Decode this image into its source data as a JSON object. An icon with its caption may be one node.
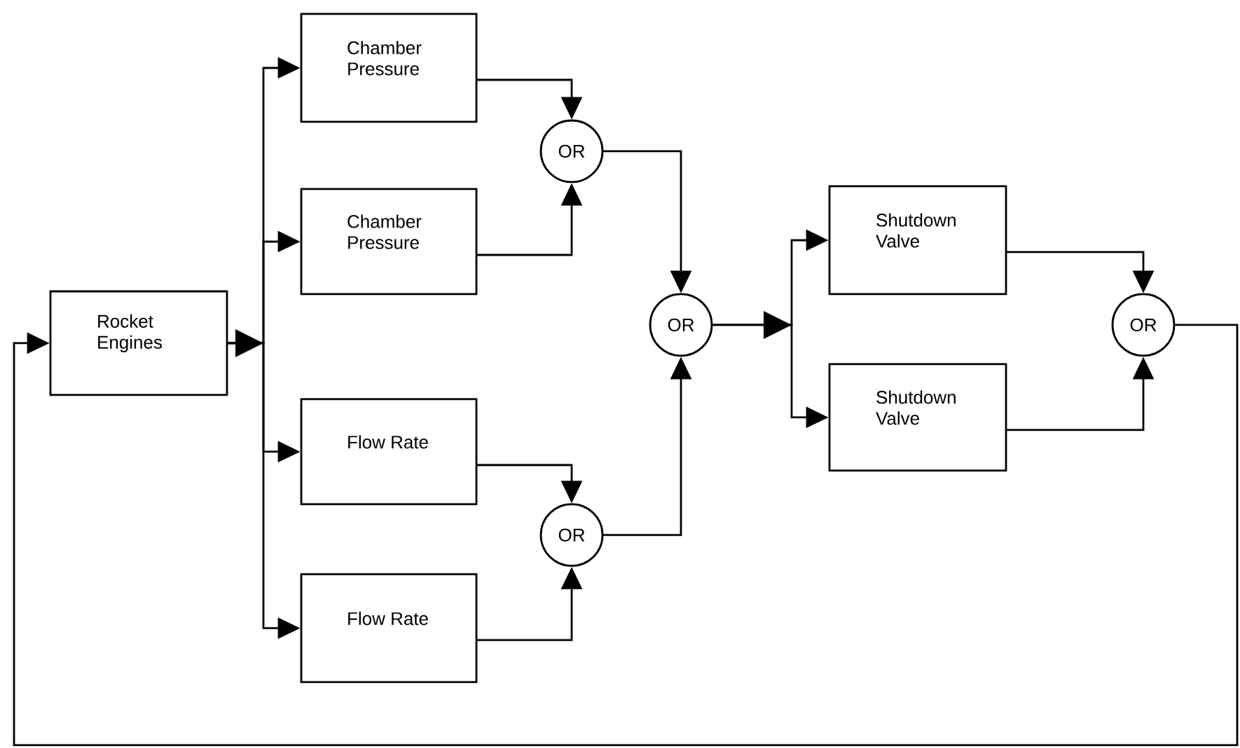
{
  "diagram": {
    "nodes": [
      {
        "text": [
          "Rocket Engines"
        ]
      },
      {
        "text": [
          "Chamber Pressure"
        ]
      },
      {
        "text": [
          "Chamber Pressure"
        ]
      },
      {
        "text": [
          "Flow Rate"
        ]
      },
      {
        "text": [
          "Flow Rate"
        ]
      },
      {
        "text": [
          "OR"
        ]
      },
      {
        "text": [
          "OR"
        ]
      },
      {
        "text": [
          "OR"
        ]
      },
      {
        "text": [
          "Shutdown Valve"
        ]
      },
      {
        "text": [
          "Shutdown Valve"
        ]
      },
      {
        "text": [
          "OR"
        ]
      }
    ],
    "edges": [
      {
        "from": 0,
        "to": 1,
        "arrow": "to"
      },
      {
        "from": 0,
        "to": 2,
        "arrow": "to"
      },
      {
        "from": 0,
        "to": 3,
        "arrow": "to"
      },
      {
        "from": 0,
        "to": 4,
        "arrow": "to"
      },
      {
        "from": 1,
        "to": 5,
        "arrow": "to"
      },
      {
        "from": 2,
        "to": 5,
        "arrow": "to"
      },
      {
        "from": 3,
        "to": 7,
        "arrow": "to"
      },
      {
        "from": 4,
        "to": 7,
        "arrow": "to"
      },
      {
        "from": 5,
        "to": 6,
        "arrow": "to"
      },
      {
        "from": 7,
        "to": 6,
        "arrow": "to"
      },
      {
        "from": 6,
        "to": 8,
        "arrow": "to"
      },
      {
        "from": 6,
        "to": 9,
        "arrow": "to"
      },
      {
        "from": 8,
        "to": 10,
        "arrow": "to"
      },
      {
        "from": 9,
        "to": 10,
        "arrow": "to"
      },
      {
        "from": 10,
        "to": 0,
        "arrow": "to"
      }
    ]
  }
}
